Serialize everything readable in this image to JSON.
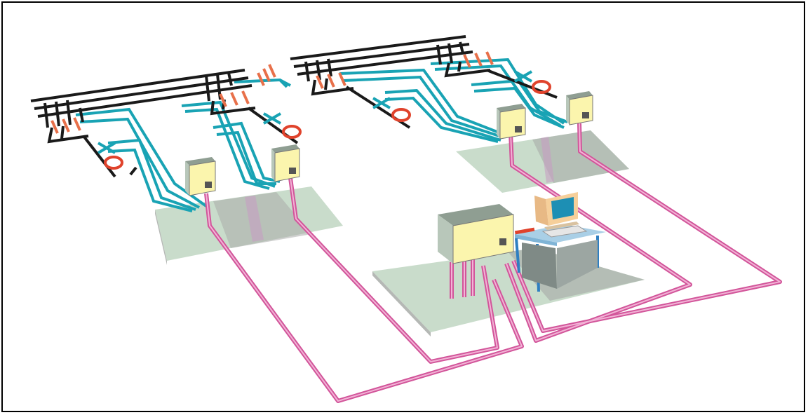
{
  "diagram": {
    "colors": {
      "busbar": "#1a1a1a",
      "cable": "#19a3b4",
      "fiber_outer": "#d2559a",
      "fiber_inner": "#f2b3d6",
      "platform": "#c9dccb",
      "platform_shadow": "#a9aca9",
      "device_front": "#fbf5ad",
      "device_side": "#b8c7ba",
      "switch_mark": "#e8704a",
      "breaker_mark": "#19a3b4",
      "ct_ring": "#e0432c",
      "desk_top": "#a9cfe6",
      "desk_legs": "#2f7fc1",
      "monitor_body": "#f6cf9a",
      "monitor_screen": "#1d8fb4"
    },
    "components": {
      "bay_devices": 4,
      "central_cabinet": 1,
      "workstation": 1,
      "substation_sections": 2
    }
  }
}
